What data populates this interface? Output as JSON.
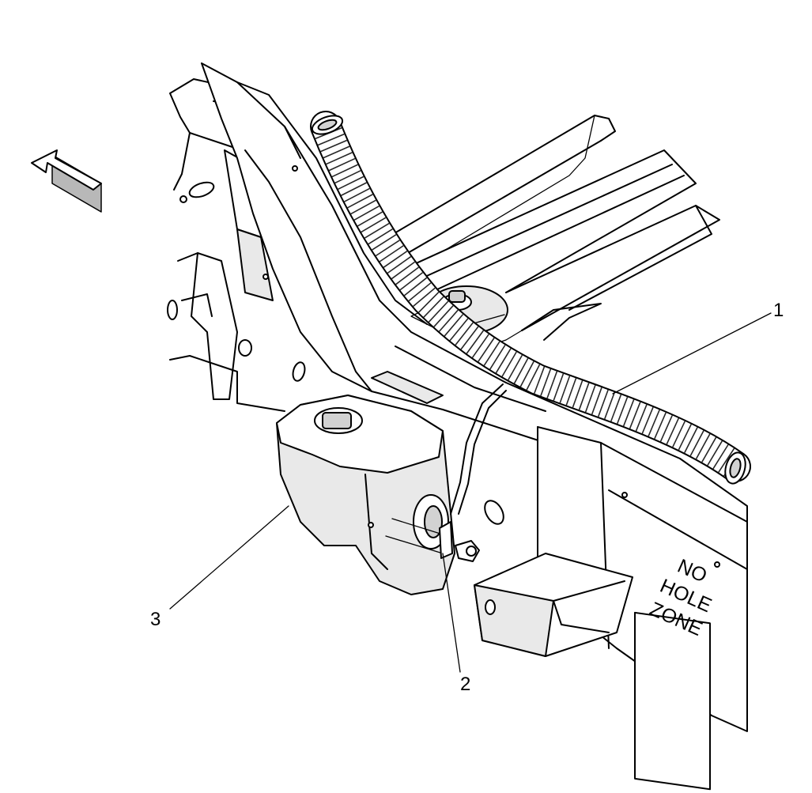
{
  "figure": {
    "callouts": [
      {
        "id": "1",
        "label": "1"
      },
      {
        "id": "2",
        "label": "2"
      },
      {
        "id": "3",
        "label": "3"
      }
    ],
    "zone_label": {
      "lines": [
        "NO",
        "HOLE",
        "ZONE"
      ]
    },
    "arrow_icon": "direction-arrow-icon",
    "colors": {
      "line": "#000000",
      "fill_light": "#e9e9e9",
      "fill_mid": "#d2d2d2",
      "fill_dark": "#b8b8b8"
    }
  }
}
